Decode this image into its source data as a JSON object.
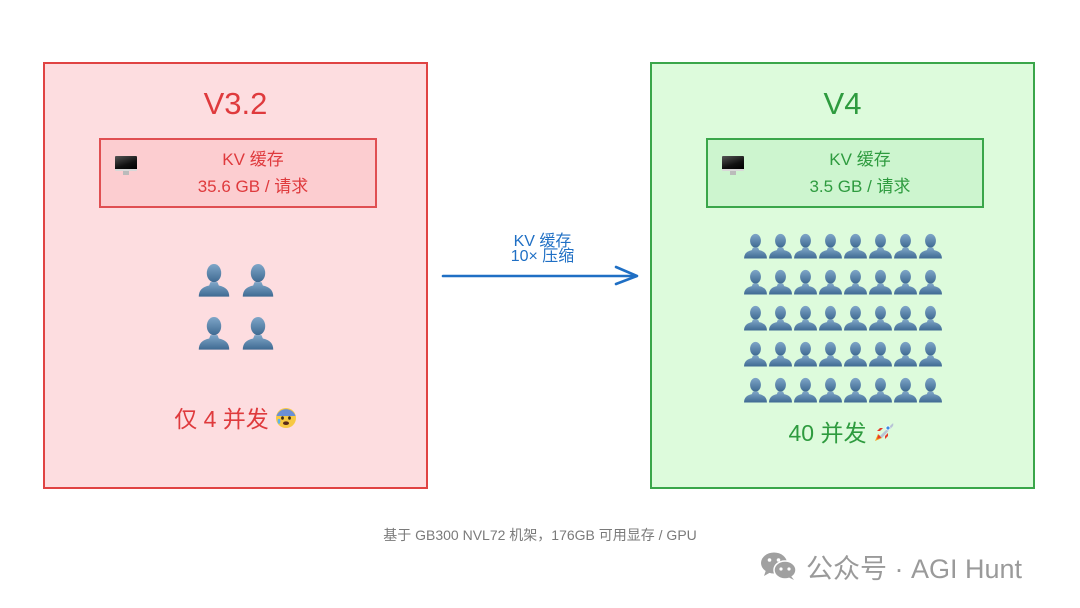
{
  "left_panel": {
    "title": "V3.2",
    "kv_label": "KV 缓存",
    "kv_value": "35.6 GB / 请求",
    "user_count": 4,
    "concurrency_text": "仅 4 并发",
    "emoji": "anxious-face-with-sweat",
    "colors": {
      "accent": "#df3a3d",
      "border": "#e04343",
      "background": "#fddde0"
    }
  },
  "arrow": {
    "line1": "KV 缓存",
    "line2": "10× 压缩",
    "color": "#1f6fc4"
  },
  "right_panel": {
    "title": "V4",
    "kv_label": "KV 缓存",
    "kv_value": "3.5 GB / 请求",
    "user_count": 40,
    "concurrency_text": "40 并发",
    "emoji": "rocket",
    "colors": {
      "accent": "#2e9b3f",
      "border": "#3aa64a",
      "background": "#ddfbdc"
    }
  },
  "footnote": "基于 GB300 NVL72 机架，176GB 可用显存 / GPU",
  "watermark": {
    "text": "公众号 · AGI Hunt",
    "icon": "wechat-icon"
  }
}
